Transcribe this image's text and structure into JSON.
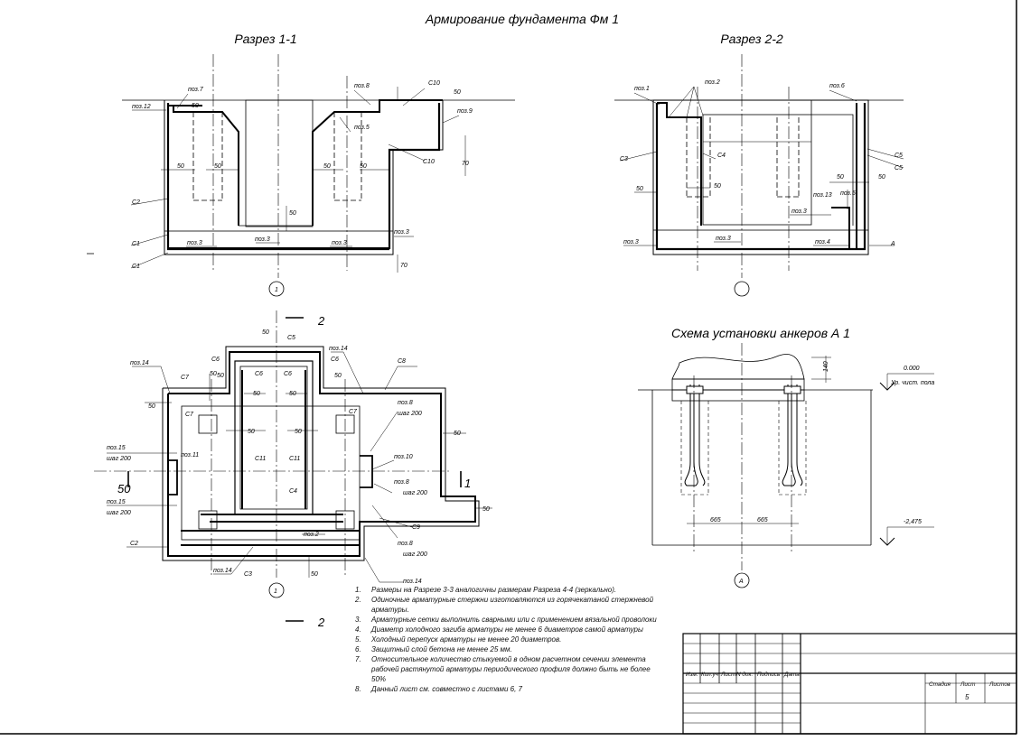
{
  "sheet": {
    "main_title": "Армирование фундамента Фм 1",
    "section_1_title": "Разрез  1-1",
    "section_2_title": "Разрез  2-2",
    "anchor_title": "Схема установки анкеров А 1"
  },
  "section_1": {
    "labels": [
      "поз.12",
      "поз.7",
      "поз.8",
      "С10",
      "50",
      "поз.9",
      "поз.5",
      "С10",
      "70",
      "С2",
      "С1",
      "С1",
      "поз.3",
      "поз.3",
      "поз.3",
      "поз.3",
      "50",
      "50",
      "50",
      "50",
      "50",
      "50",
      "70",
      "1"
    ]
  },
  "section_2": {
    "labels": [
      "поз.1",
      "поз.2",
      "поз.6",
      "С3",
      "С4",
      "С5",
      "С5",
      "50",
      "50",
      "50",
      "50",
      "поз.5",
      "поз.13",
      "поз.3",
      "поз.3",
      "поз.3",
      "поз.4",
      "А"
    ]
  },
  "plan": {
    "labels": [
      "С5",
      "С6",
      "С6",
      "С6",
      "С6",
      "С7",
      "С7",
      "С7",
      "С8",
      "С9",
      "С11",
      "С11",
      "С4",
      "С2",
      "С3",
      "поз.14",
      "поз.14",
      "поз.14",
      "поз.14",
      "поз.15",
      "шаг 200",
      "поз.15",
      "шаг 200",
      "поз.11",
      "поз.8",
      "шаг 200",
      "поз.10",
      "поз.8",
      "шаг 200",
      "поз.8",
      "шаг 200",
      "поз.2",
      "1",
      "1",
      "2",
      "2",
      "50",
      "50",
      "50",
      "50",
      "50",
      "50",
      "50",
      "50",
      "50",
      "50",
      "50",
      "50",
      "50"
    ]
  },
  "anchor": {
    "labels": [
      "140",
      "0.000",
      "Ур. чист. пола",
      "665",
      "665",
      "-2,475",
      "А"
    ]
  },
  "notes": [
    {
      "num": "1.",
      "text": "Размеры на Разрезе  3-3  аналогичны размерам Разреза  4-4 (зеркально)."
    },
    {
      "num": "2.",
      "text": "Одиночные арматурные стержни изготовляются из горячекатаной стержневой арматуры."
    },
    {
      "num": "3.",
      "text": "Арматурные сетки выполнить сварными или с применением вязальной проволоки"
    },
    {
      "num": "4.",
      "text": "Диаметр холодного загиба арматуры не менее 6 диаметров самой арматуры"
    },
    {
      "num": "5.",
      "text": "Холодный перепуск арматуры не менее  20  диаметров."
    },
    {
      "num": "6.",
      "text": "Защитный слой бетона не менее  25 мм."
    },
    {
      "num": "7.",
      "text": "Относительное количество стыкуемой в одном расчетном сечении элемента рабочей растянутой арматуры периодического профиля должно быть не более 50%"
    },
    {
      "num": "8.",
      "text": "Данный лист см. совместно с  листами  6, 7"
    }
  ],
  "title_block": {
    "columns": [
      "Изм.",
      "Кол.уч",
      "Лист",
      "N  док.",
      "Подпись",
      "Дата"
    ],
    "stage_label": "Стадия",
    "sheet_label": "Лист",
    "sheets_label": "Листов",
    "sheet_number": "5"
  }
}
